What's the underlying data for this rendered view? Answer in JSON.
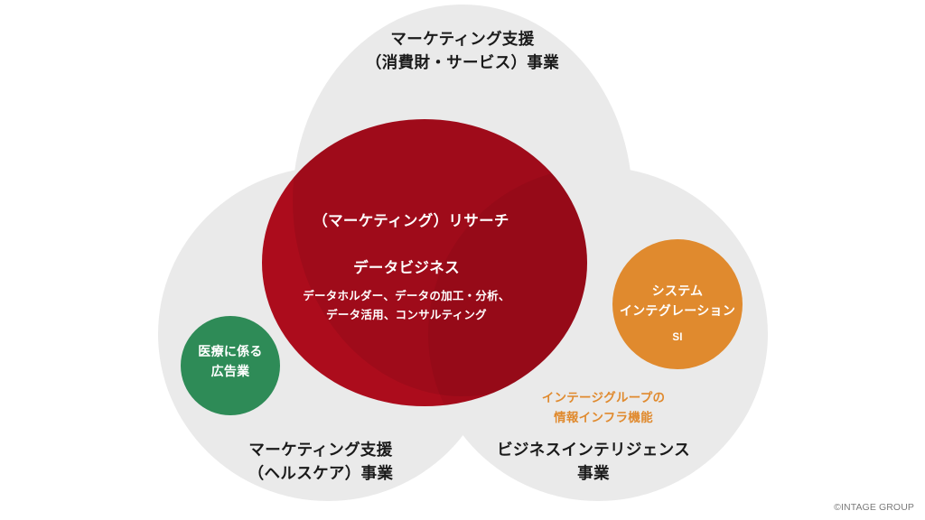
{
  "diagram": {
    "title_text": "",
    "lobes": [
      {
        "id": "consumer",
        "line1": "マーケティング支援",
        "line2": "（消費財・サービス）事業",
        "color": "#EAEAEA"
      },
      {
        "id": "healthcare",
        "line1": "マーケティング支援",
        "line2": "（ヘルスケア）事業",
        "color": "#EAEAEA"
      },
      {
        "id": "bi",
        "line1": "ビジネスインテリジェンス",
        "line2": "事業",
        "color": "#EAEAEA"
      }
    ],
    "core": {
      "color": "#AC0C1C",
      "research_label": "（マーケティング）リサーチ",
      "data_business_label": "データビジネス",
      "detail_line1": "データホルダー、データの加工・分析、",
      "detail_line2": "データ活用、コンサルティング"
    },
    "green_bubble": {
      "color": "#2E8B57",
      "line1": "医療に係る",
      "line2": "広告業"
    },
    "orange_bubble": {
      "color": "#E08A2E",
      "line1": "システム",
      "line2": "インテグレーション",
      "abbreviation": "SI"
    },
    "infra_caption": {
      "color": "#E08A2E",
      "line1": "インテージグループの",
      "line2": "情報インフラ機能"
    },
    "copyright": "©INTAGE GROUP"
  }
}
